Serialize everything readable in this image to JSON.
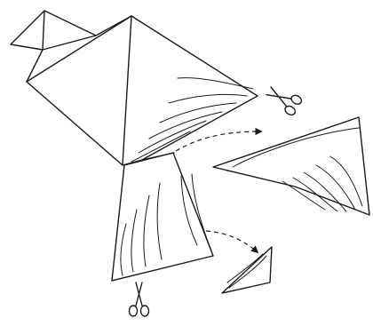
{
  "figure": {
    "subject": "paper-bird-cutting-instructions",
    "ink_color": "#1a1a1a",
    "background_color": "#ffffff",
    "icons": [
      "scissors-icon-upper",
      "scissors-icon-lower"
    ],
    "cut_pieces": [
      "wing-piece-cut",
      "tail-piece-cut"
    ]
  }
}
